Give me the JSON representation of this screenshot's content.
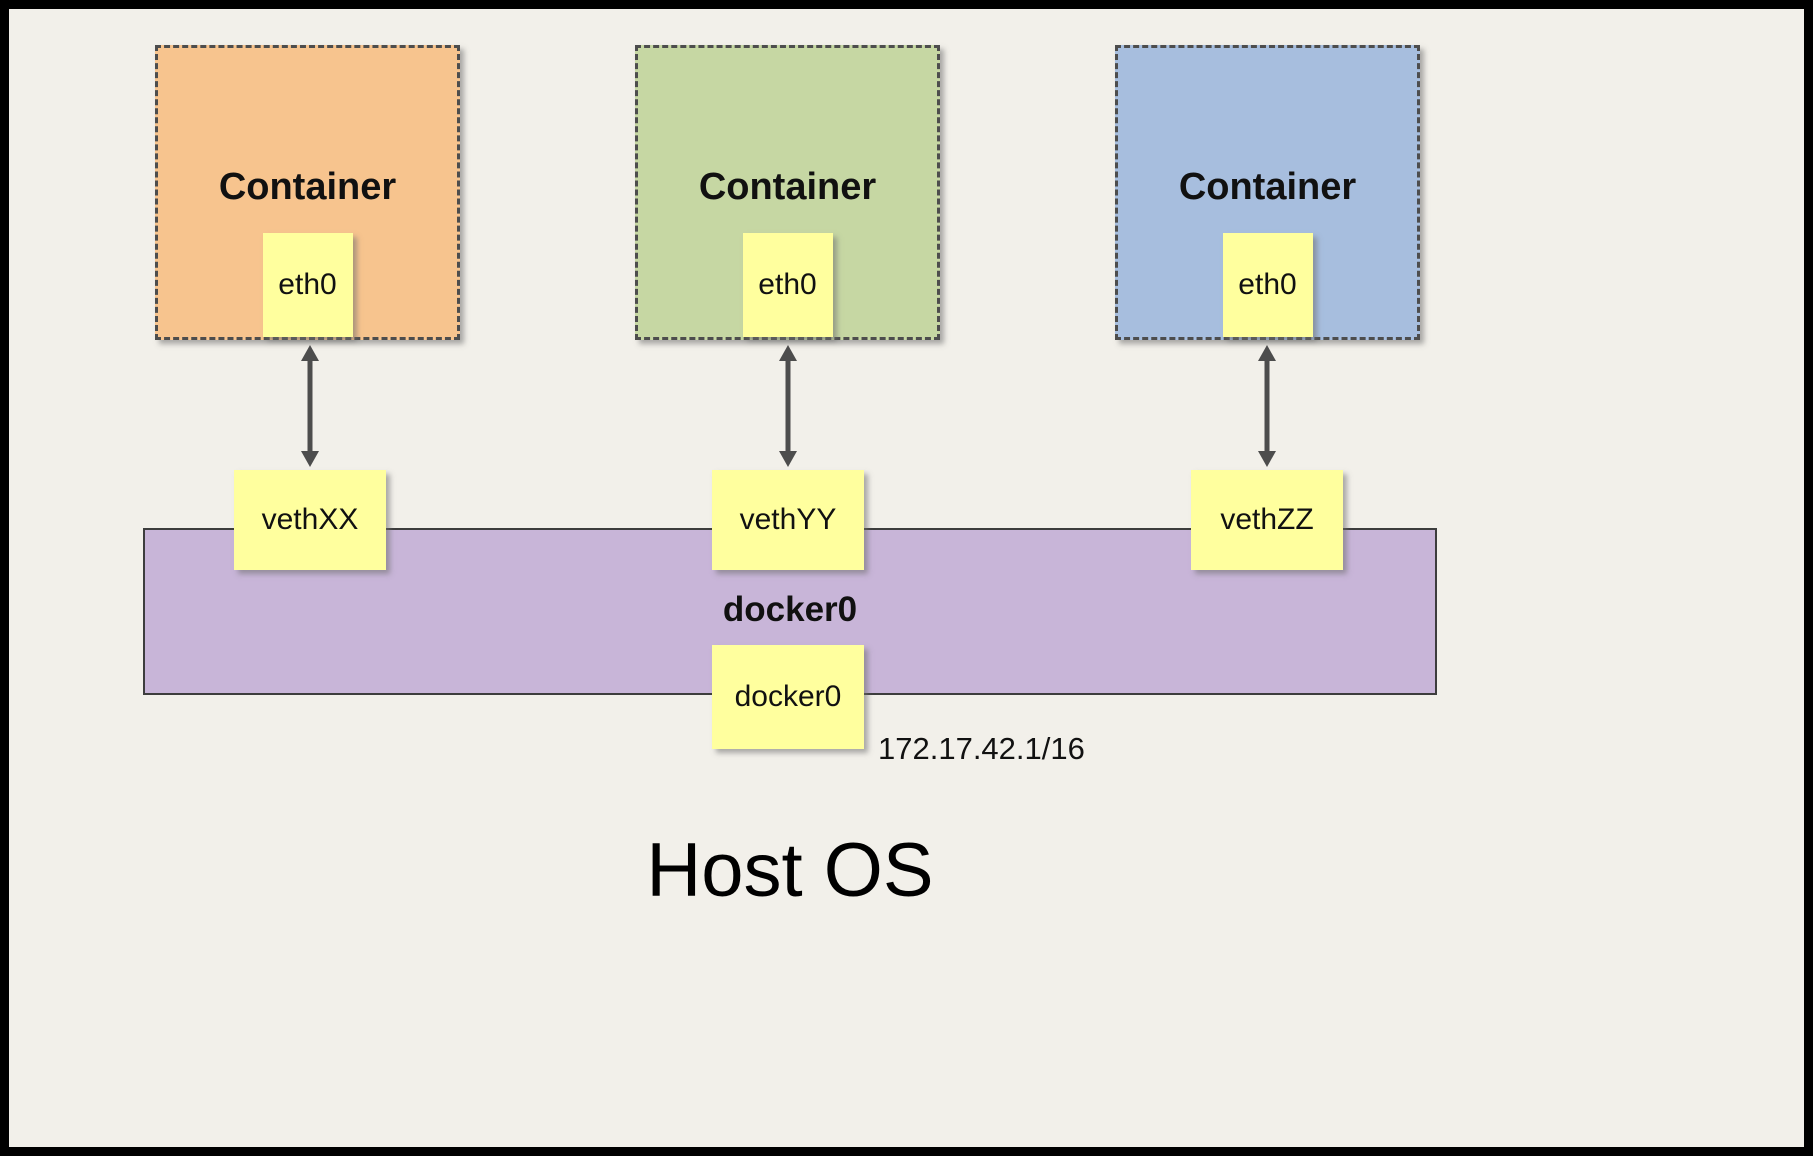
{
  "containers": [
    {
      "label": "Container",
      "iface": "eth0",
      "fill": "#f7c48e"
    },
    {
      "label": "Container",
      "iface": "eth0",
      "fill": "#c6d7a3"
    },
    {
      "label": "Container",
      "iface": "eth0",
      "fill": "#a7bede"
    }
  ],
  "veths": [
    {
      "label": "vethXX"
    },
    {
      "label": "vethYY"
    },
    {
      "label": "vethZZ"
    }
  ],
  "bridge": {
    "title": "docker0",
    "iface": "docker0",
    "ip": "172.17.42.1/16",
    "fill": "#c8b5d8"
  },
  "host": {
    "label": "Host OS"
  },
  "colors": {
    "background": "#f2f0ea",
    "note_fill": "#ffff9e",
    "arrow": "#4d4d4d",
    "container_border": "#4d4d4d",
    "outer_border": "#000000"
  }
}
